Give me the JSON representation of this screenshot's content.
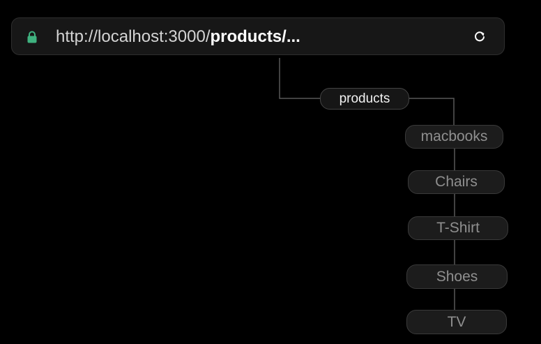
{
  "browser": {
    "url_prefix": "http://localhost:3000/",
    "url_bold": "products/...",
    "lock_icon": "lock-icon",
    "reload_icon": "reload-icon",
    "lock_color": "#3fb27f"
  },
  "tree": {
    "root": {
      "label": "products"
    },
    "children": [
      {
        "label": "macbooks"
      },
      {
        "label": "Chairs"
      },
      {
        "label": "T-Shirt"
      },
      {
        "label": "Shoes"
      },
      {
        "label": "TV"
      }
    ]
  }
}
